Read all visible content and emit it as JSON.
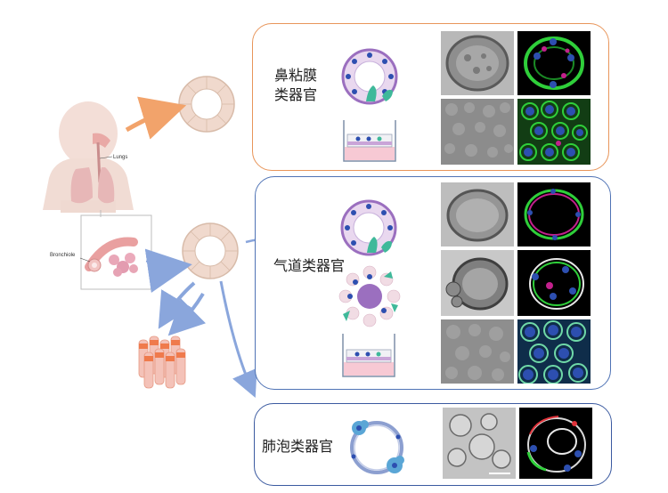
{
  "anatomy": {
    "lungs_label": "Lungs",
    "bronchiole_label": "Bronchiole"
  },
  "panels": {
    "nasal": {
      "label_line1": "鼻粘膜",
      "label_line2": "类器官",
      "accent": "#e8955a"
    },
    "airway": {
      "label": "气道类器官",
      "accent": "#4f73b5"
    },
    "alveolar": {
      "label": "肺泡类器官",
      "accent": "#3b5aa0"
    }
  },
  "colors": {
    "arrow_orange": "#f2a36b",
    "arrow_blue": "#8aa6dc",
    "organoid_ring": "#9b6fbf",
    "nucleus_blue": "#2d4fb0",
    "fluor_green": "#2fcf3a",
    "fluor_magenta": "#c2208c"
  }
}
